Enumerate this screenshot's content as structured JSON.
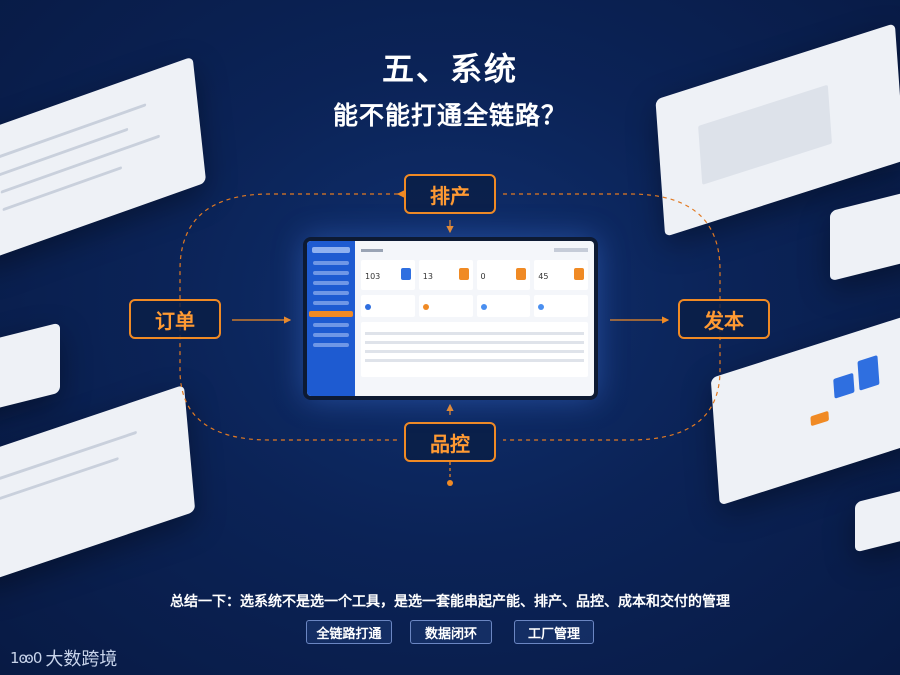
{
  "title": {
    "line1": "五、系统",
    "line2": "能不能打通全链路？"
  },
  "nodes": {
    "top": "排产",
    "left": "订单",
    "right": "发本",
    "bottom": "品控"
  },
  "summary": "总结一下：选系统不是选一个工具，是选一套能串起产能、排产、品控、成本和交付的管理",
  "tags": [
    "全链路打通",
    "数据闭环",
    "工厂管理"
  ],
  "brand": {
    "mark": "1ꙭ0",
    "name": "大数跨境"
  },
  "screen": {
    "card_values": [
      "103",
      "13",
      "0",
      "45"
    ],
    "colors": {
      "sidebar": "#1e5bd1",
      "accent": "#f08a24"
    }
  },
  "icons": {
    "flow_arrow": "arrow-icon"
  }
}
